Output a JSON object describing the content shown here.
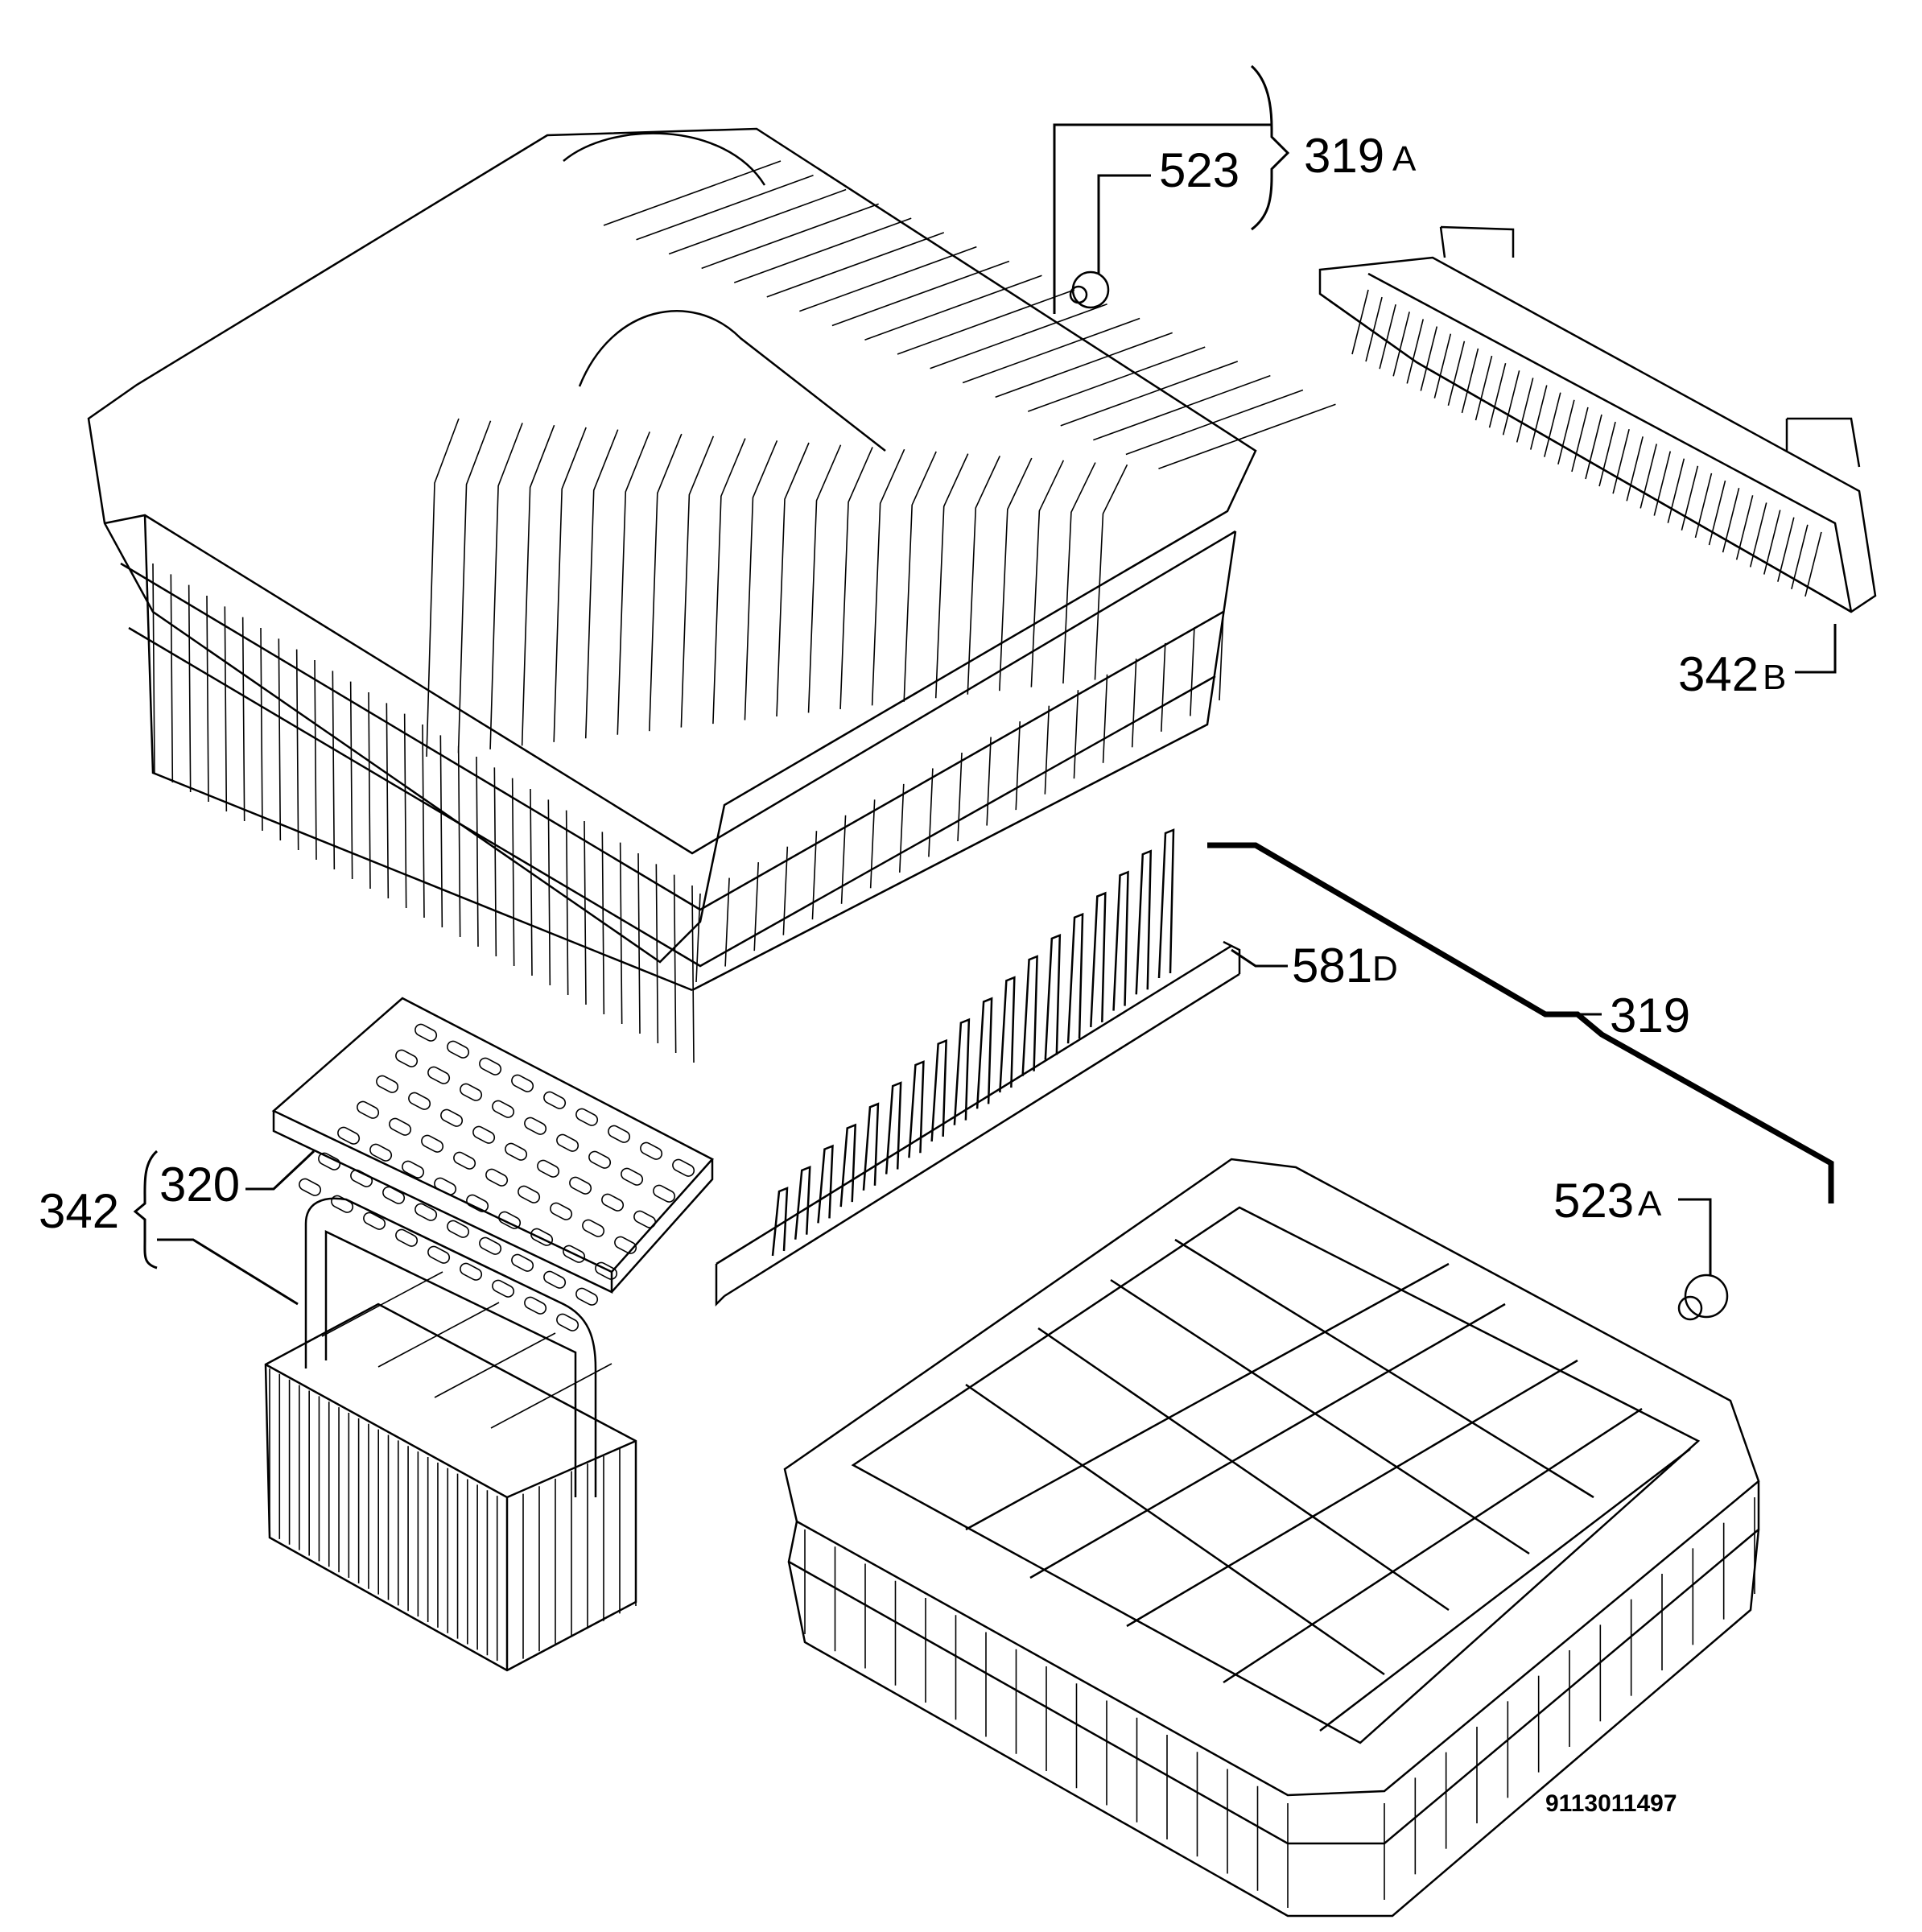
{
  "callouts": {
    "p319A": {
      "num": "319",
      "suffix": "A"
    },
    "p523": {
      "num": "523"
    },
    "p342B": {
      "num": "342",
      "suffix": "B"
    },
    "p581D": {
      "num": "581",
      "suffix": "D"
    },
    "p319": {
      "num": "319"
    },
    "p523A": {
      "num": "523",
      "suffix": "A"
    },
    "p320": {
      "num": "320"
    },
    "p342": {
      "num": "342"
    }
  },
  "reference_number": "9113011497"
}
